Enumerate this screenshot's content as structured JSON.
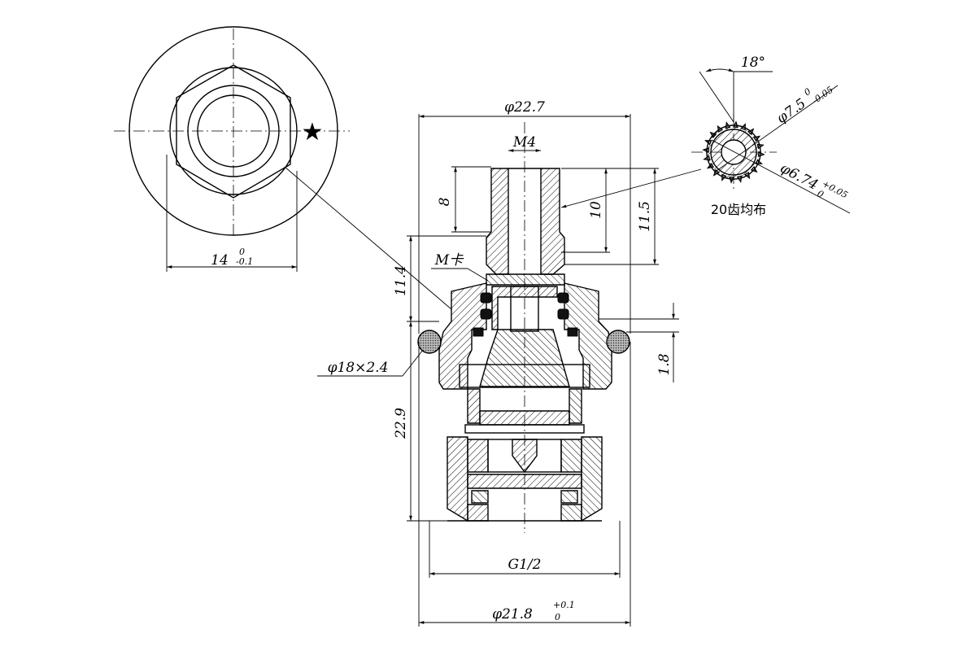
{
  "dimensions": {
    "overall_diameter": "φ22.7",
    "thread_stem": "M4",
    "dim_8": "8",
    "dim_10": "10",
    "dim_11_5": "11.5",
    "dim_11_4": "11.4",
    "clip_label": "M卡",
    "oring": "φ18×2.4",
    "dim_22_9": "22.9",
    "dim_1_8": "1.8",
    "thread": "G1/2",
    "base_diameter": "φ21.8",
    "base_tol_upper": "+0.1",
    "base_tol_lower": "0",
    "hex_width": "14",
    "hex_tol_upper": "0",
    "hex_tol_lower": "-0.1"
  },
  "spline_detail": {
    "angle": "18°",
    "outer_diameter": "φ7.5",
    "outer_tol_upper": "0",
    "outer_tol_lower": "-0.05",
    "inner_diameter": "φ6.74",
    "inner_tol_upper": "+0.05",
    "inner_tol_lower": "0",
    "teeth_note": "20齿均布"
  },
  "marker": "★"
}
